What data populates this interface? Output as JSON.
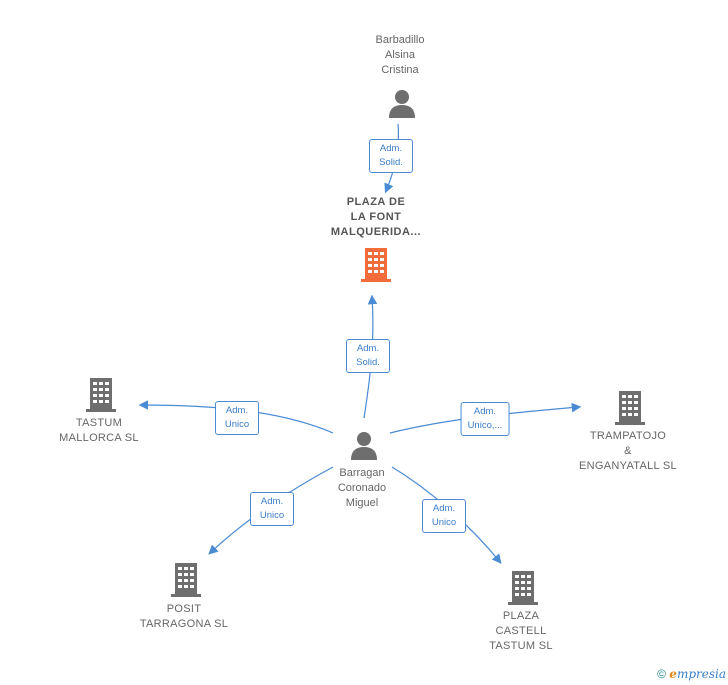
{
  "persons": {
    "barbadillo": {
      "label": "Barbadillo\nAlsina\nCristina",
      "icon": "person-icon"
    },
    "barragan": {
      "label": "Barragan\nCoronado\nMiguel",
      "icon": "person-icon"
    }
  },
  "companies": {
    "plaza_font": {
      "label": "PLAZA DE\nLA FONT\nMALQUERIDA...",
      "icon": "building-icon",
      "color": "#f26b3a"
    },
    "tastum_mallorca": {
      "label": "TASTUM\nMALLORCA  SL",
      "icon": "building-icon",
      "color": "#6e6e6e"
    },
    "trampatojo": {
      "label": "TRAMPATOJO\n&\nENGANYATALL SL",
      "icon": "building-icon",
      "color": "#6e6e6e"
    },
    "posit": {
      "label": "POSIT\nTARRAGONA SL",
      "icon": "building-icon",
      "color": "#6e6e6e"
    },
    "plaza_castell": {
      "label": "PLAZA\nCASTELL\nTASTUM  SL",
      "icon": "building-icon",
      "color": "#6e6e6e"
    }
  },
  "roles": {
    "barbadillo_to_plaza": "Adm.\nSolid.",
    "barragan_to_plaza": "Adm.\nSolid.",
    "barragan_to_tastum": "Adm.\nUnico",
    "barragan_to_trampatojo": "Adm.\nUnico,...",
    "barragan_to_posit": "Adm.\nUnico",
    "barragan_to_castell": "Adm.\nUnico"
  },
  "footer": {
    "copyright": "©",
    "brand_initial": "e",
    "brand_rest": "mpresia"
  },
  "colors": {
    "edge": "#4a8bd4",
    "person": "#6e6e6e",
    "highlight": "#f26b3a"
  }
}
